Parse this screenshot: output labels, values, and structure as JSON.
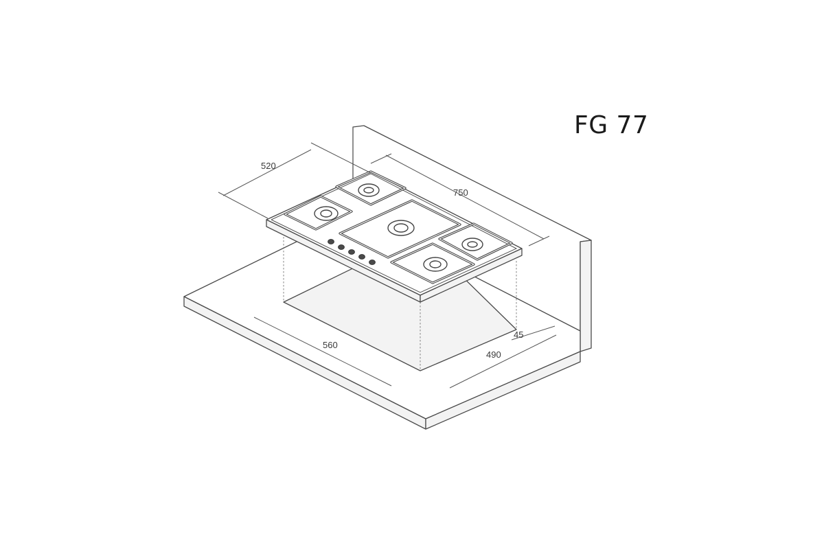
{
  "title": "FG 77",
  "dimensions": {
    "hob_depth": "520",
    "hob_width": "750",
    "cutout_width": "560",
    "cutout_depth": "490",
    "wall_distance": "45"
  },
  "colors": {
    "line": "#4a4a4a",
    "background": "#ffffff",
    "text": "#1b1b1b"
  }
}
